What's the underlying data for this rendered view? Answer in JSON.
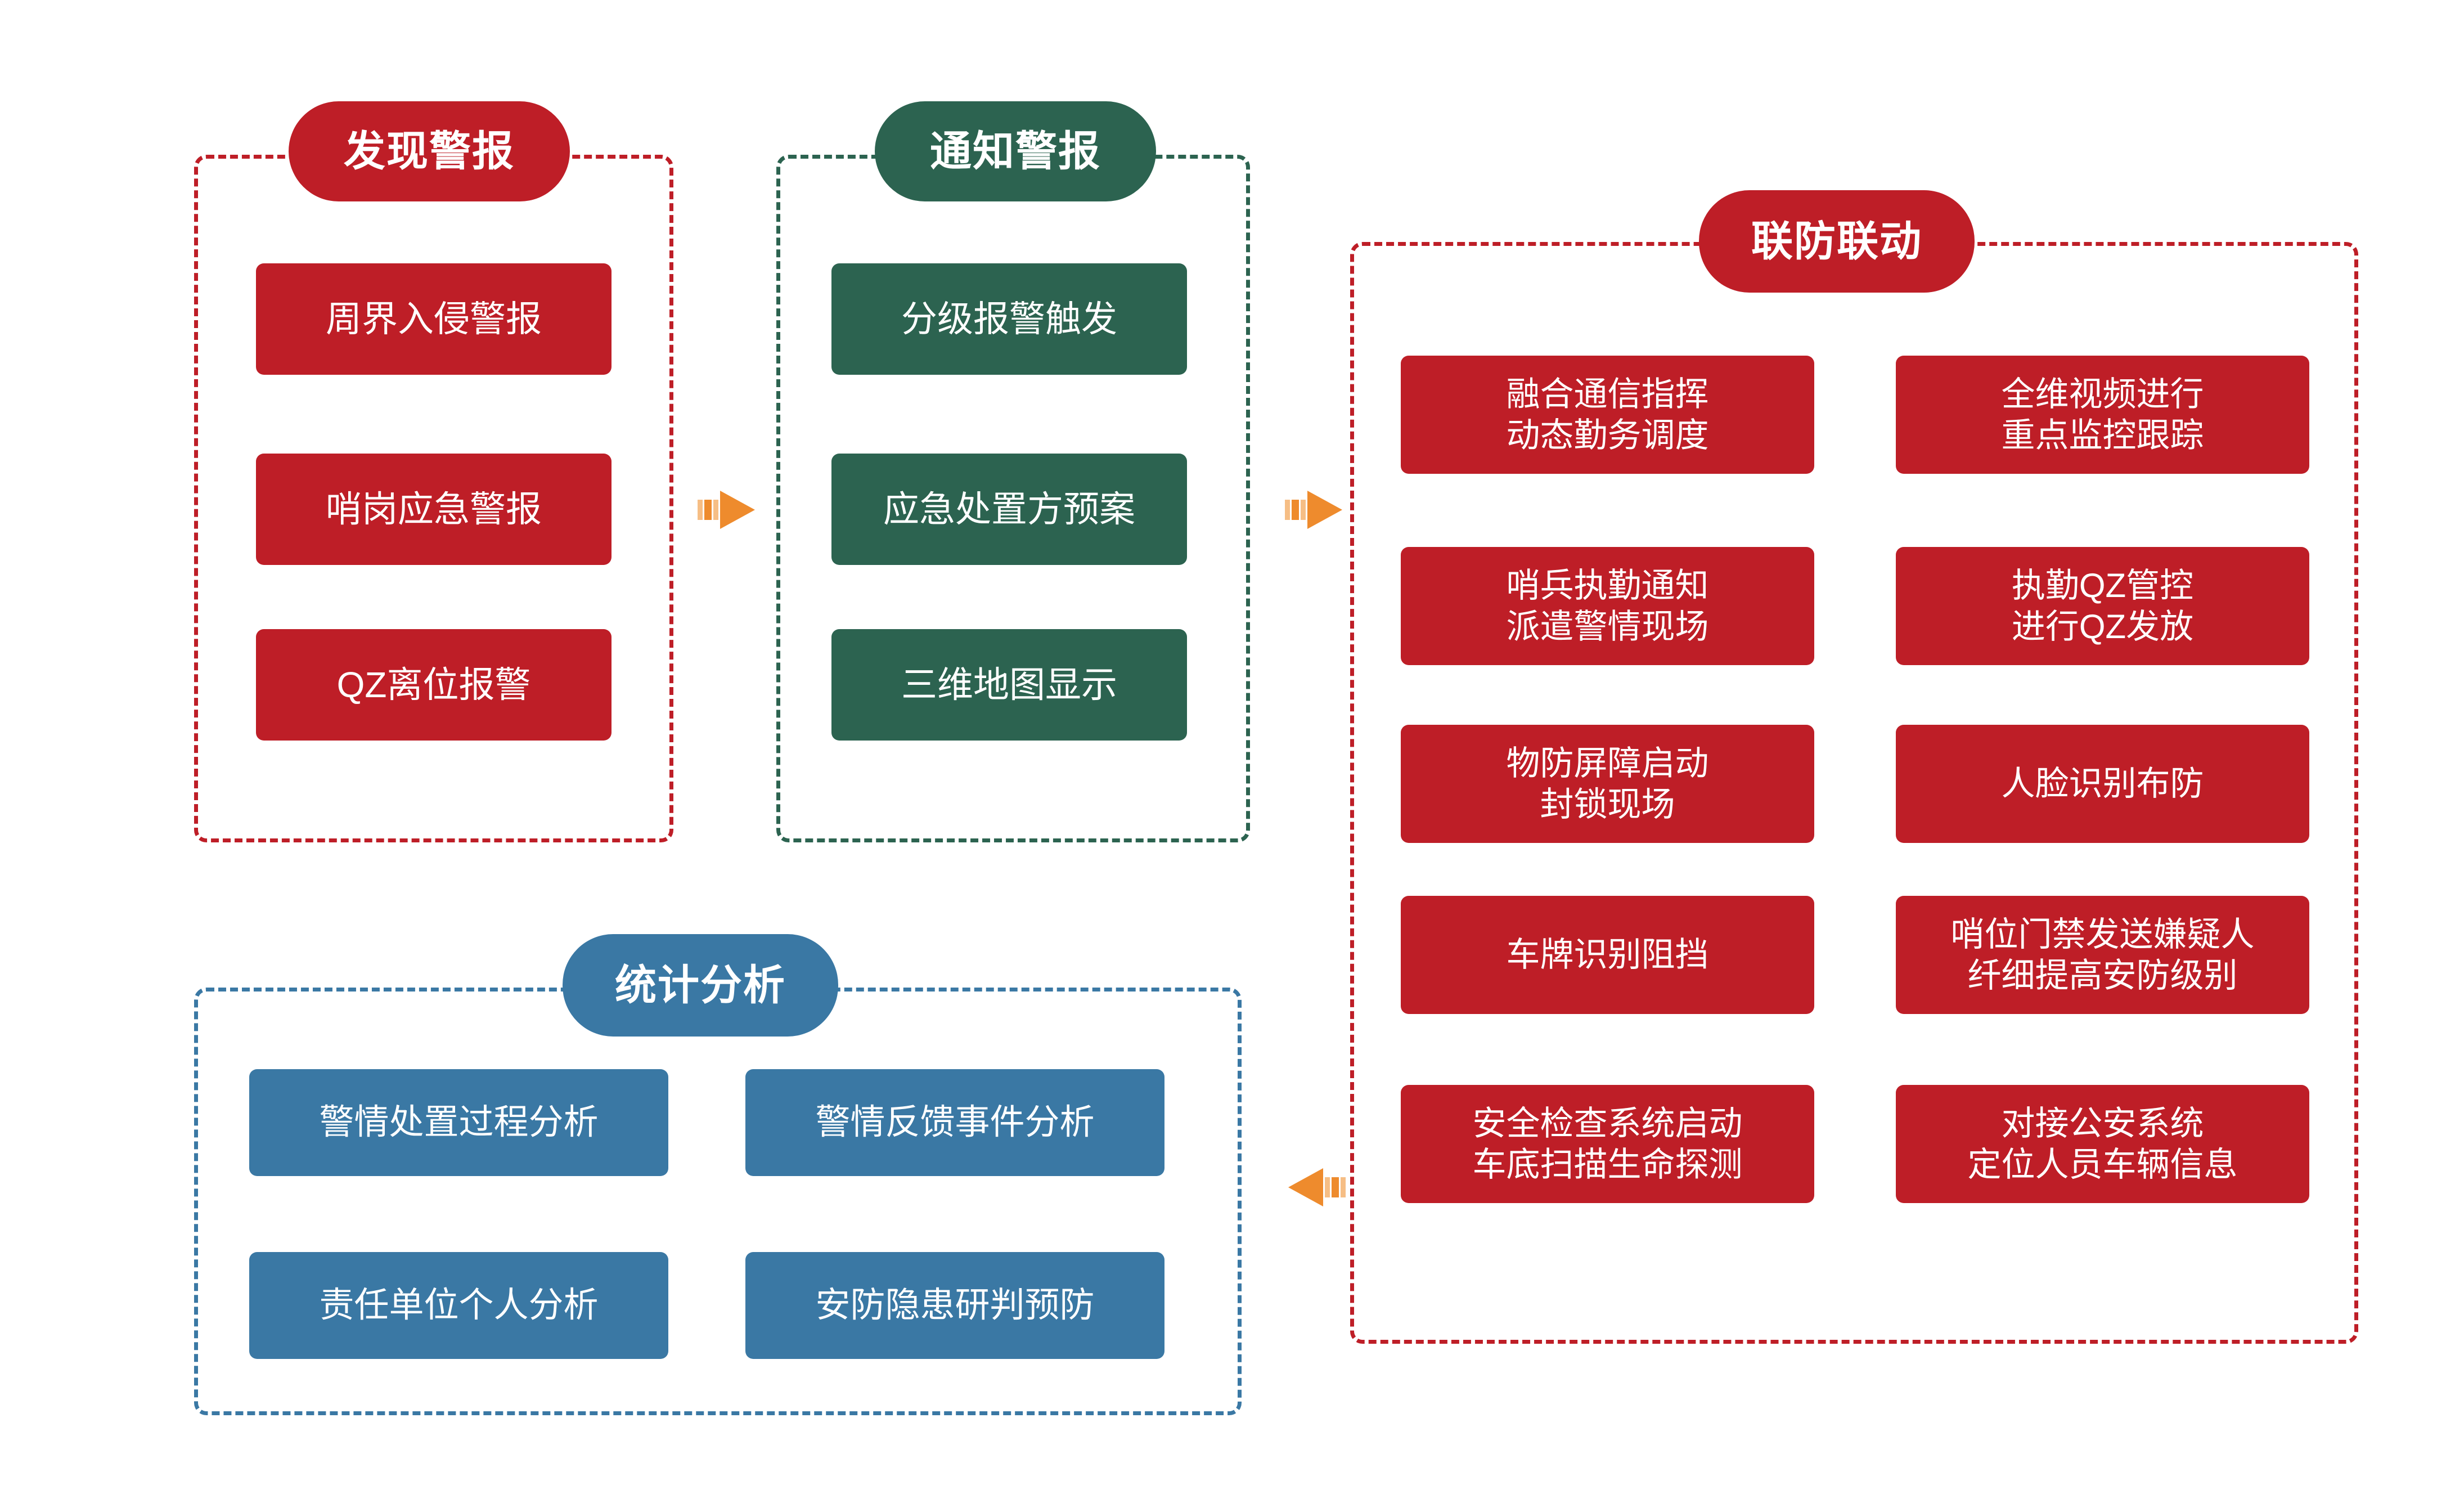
{
  "diagram": {
    "title_groups": [
      "发现警报",
      "通知警报",
      "联防联动",
      "统计分析"
    ],
    "colors": {
      "red": "#BE1E27",
      "green": "#2C6350",
      "blue": "#3A78A4",
      "arrow_orange": "#EE8B2D",
      "arrow_orange_light": "#F6BE85",
      "background": "#FFFFFF"
    }
  },
  "groups": {
    "detect": {
      "header": "发现警报",
      "accent": "#BE1E27",
      "items": [
        {
          "label": "周界入侵警报"
        },
        {
          "label": "哨岗应急警报"
        },
        {
          "label": "QZ离位报警"
        }
      ]
    },
    "notify": {
      "header": "通知警报",
      "accent": "#2C6350",
      "items": [
        {
          "label": "分级报警触发"
        },
        {
          "label": "应急处置方预案"
        },
        {
          "label": "三维地图显示"
        }
      ]
    },
    "joint": {
      "header": "联防联动",
      "accent": "#BE1E27",
      "items_left": [
        {
          "label": "融合通信指挥\n动态勤务调度"
        },
        {
          "label": "哨兵执勤通知\n派遣警情现场"
        },
        {
          "label": "物防屏障启动\n封锁现场"
        },
        {
          "label": "车牌识别阻挡"
        },
        {
          "label": "安全检查系统启动\n车底扫描生命探测"
        }
      ],
      "items_right": [
        {
          "label": "全维视频进行\n重点监控跟踪"
        },
        {
          "label": "执勤QZ管控\n进行QZ发放"
        },
        {
          "label": "人脸识别布防"
        },
        {
          "label": "哨位门禁发送嫌疑人\n纤细提高安防级别"
        },
        {
          "label": "对接公安系统\n定位人员车辆信息"
        }
      ]
    },
    "stats": {
      "header": "统计分析",
      "accent": "#3A78A4",
      "items_left": [
        {
          "label": "警情处置过程分析"
        },
        {
          "label": "责任单位个人分析"
        }
      ],
      "items_right": [
        {
          "label": "警情反馈事件分析"
        },
        {
          "label": "安防隐患研判预防"
        }
      ]
    }
  },
  "connectors": [
    {
      "name": "detect-to-notify",
      "direction": "right"
    },
    {
      "name": "notify-to-joint",
      "direction": "right"
    },
    {
      "name": "joint-to-stats",
      "direction": "left"
    }
  ]
}
